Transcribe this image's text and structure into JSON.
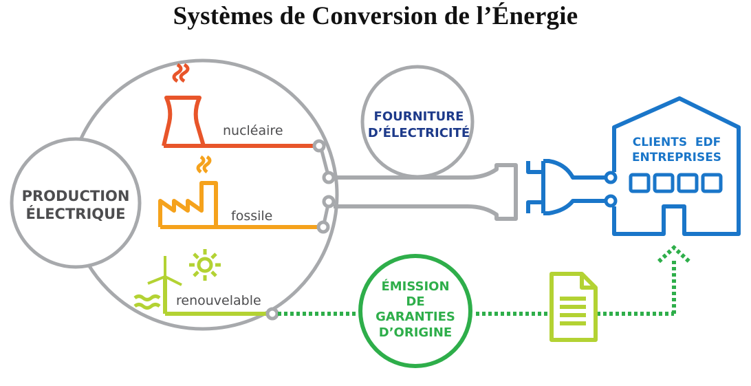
{
  "title": "Systèmes de Conversion de l’Énergie",
  "production": {
    "line1": "PRODUCTION",
    "line2": "ÉLECTRIQUE"
  },
  "sources": {
    "nuclear": "nucléaire",
    "fossil": "fossile",
    "renewable": "renouvelable"
  },
  "supply": {
    "line1": "FOURNITURE",
    "line2": "D’ÉLECTRICITÉ"
  },
  "clients": {
    "line1": "CLIENTS  EDF",
    "line2": "ENTREPRISES"
  },
  "guarantees": {
    "line1": "ÉMISSION",
    "line2": "DE",
    "line3": "GARANTIES",
    "line4": "D’ORIGINE"
  },
  "colors": {
    "gray": "#a7a9ac",
    "nuclear": "#e8552a",
    "fossil": "#f5a21c",
    "renewable": "#b3d233",
    "green": "#2eae4a",
    "navy": "#1d3a8a",
    "blue": "#1a76c9",
    "text_gray": "#4d4d4f"
  }
}
